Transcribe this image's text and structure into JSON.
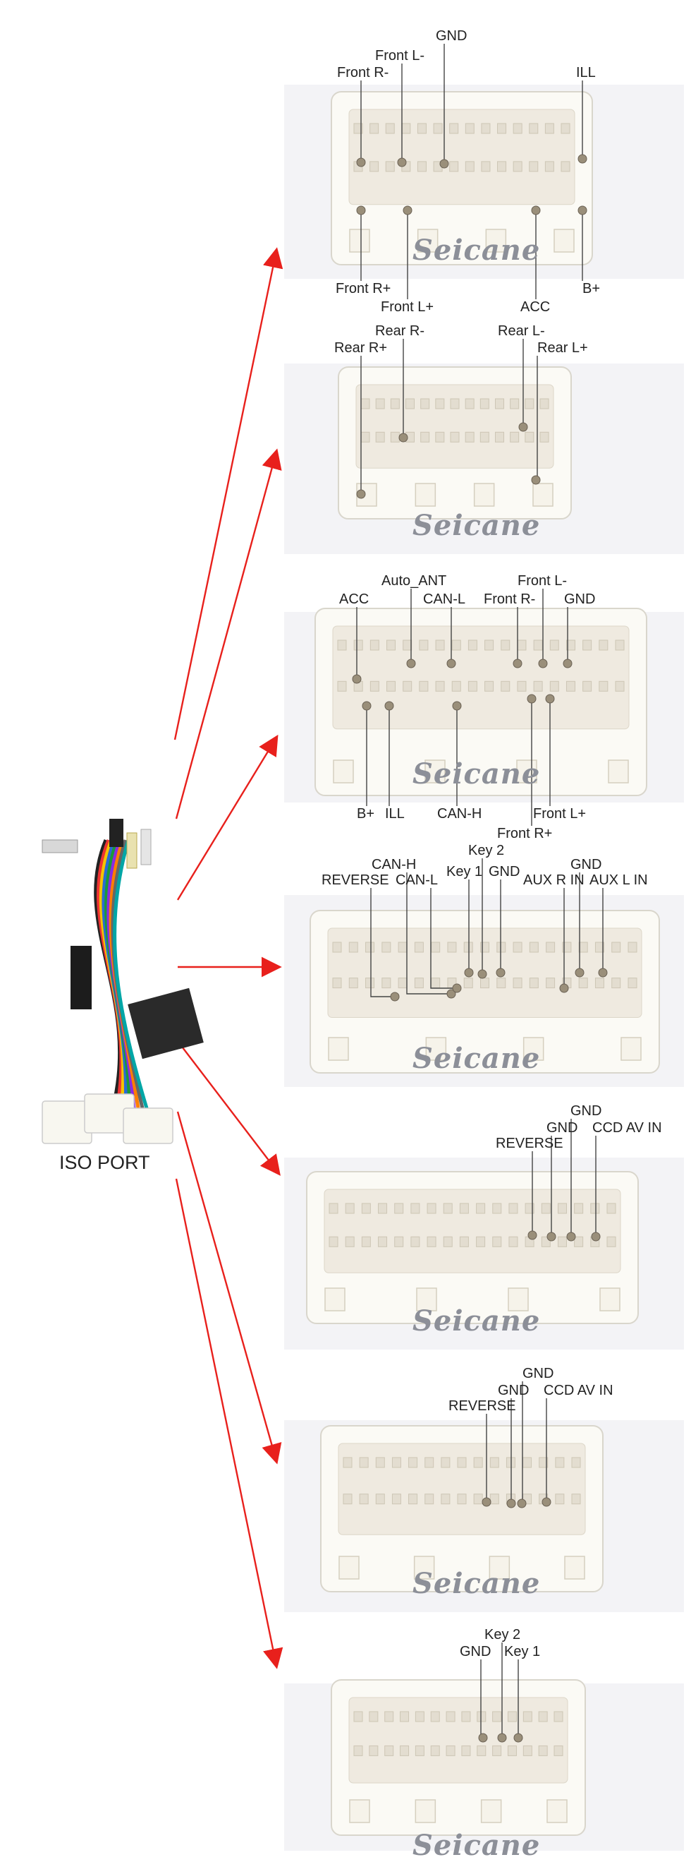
{
  "title": "ISO PORT",
  "brand": "Seicane",
  "colors": {
    "arrow": "#e8201c",
    "line": "#444444",
    "photo_bg": "#f3f3f6",
    "connector": "#fbfaf5"
  },
  "panels": [
    {
      "id": "p1",
      "labels": [
        "GND",
        "Front L-",
        "Front R-",
        "ILL",
        "Front R+",
        "Front L+",
        "ACC",
        "B+"
      ]
    },
    {
      "id": "p2",
      "labels": [
        "Rear R-",
        "Rear R+",
        "Rear L-",
        "Rear L+"
      ]
    },
    {
      "id": "p3",
      "labels": [
        "ACC",
        "Auto_ANT",
        "CAN-L",
        "Front L-",
        "Front R-",
        "GND",
        "B+",
        "ILL",
        "CAN-H",
        "Front L+",
        "Front R+"
      ]
    },
    {
      "id": "p4",
      "labels": [
        "Key 2",
        "CAN-H",
        "REVERSE",
        "CAN-L",
        "Key 1",
        "GND",
        "GND",
        "AUX R IN",
        "AUX L IN"
      ]
    },
    {
      "id": "p5",
      "labels": [
        "GND",
        "GND",
        "REVERSE",
        "CCD AV IN"
      ]
    },
    {
      "id": "p6",
      "labels": [
        "GND",
        "GND",
        "REVERSE",
        "CCD AV IN"
      ]
    },
    {
      "id": "p7",
      "labels": [
        "Key 2",
        "GND",
        "Key 1"
      ]
    }
  ]
}
